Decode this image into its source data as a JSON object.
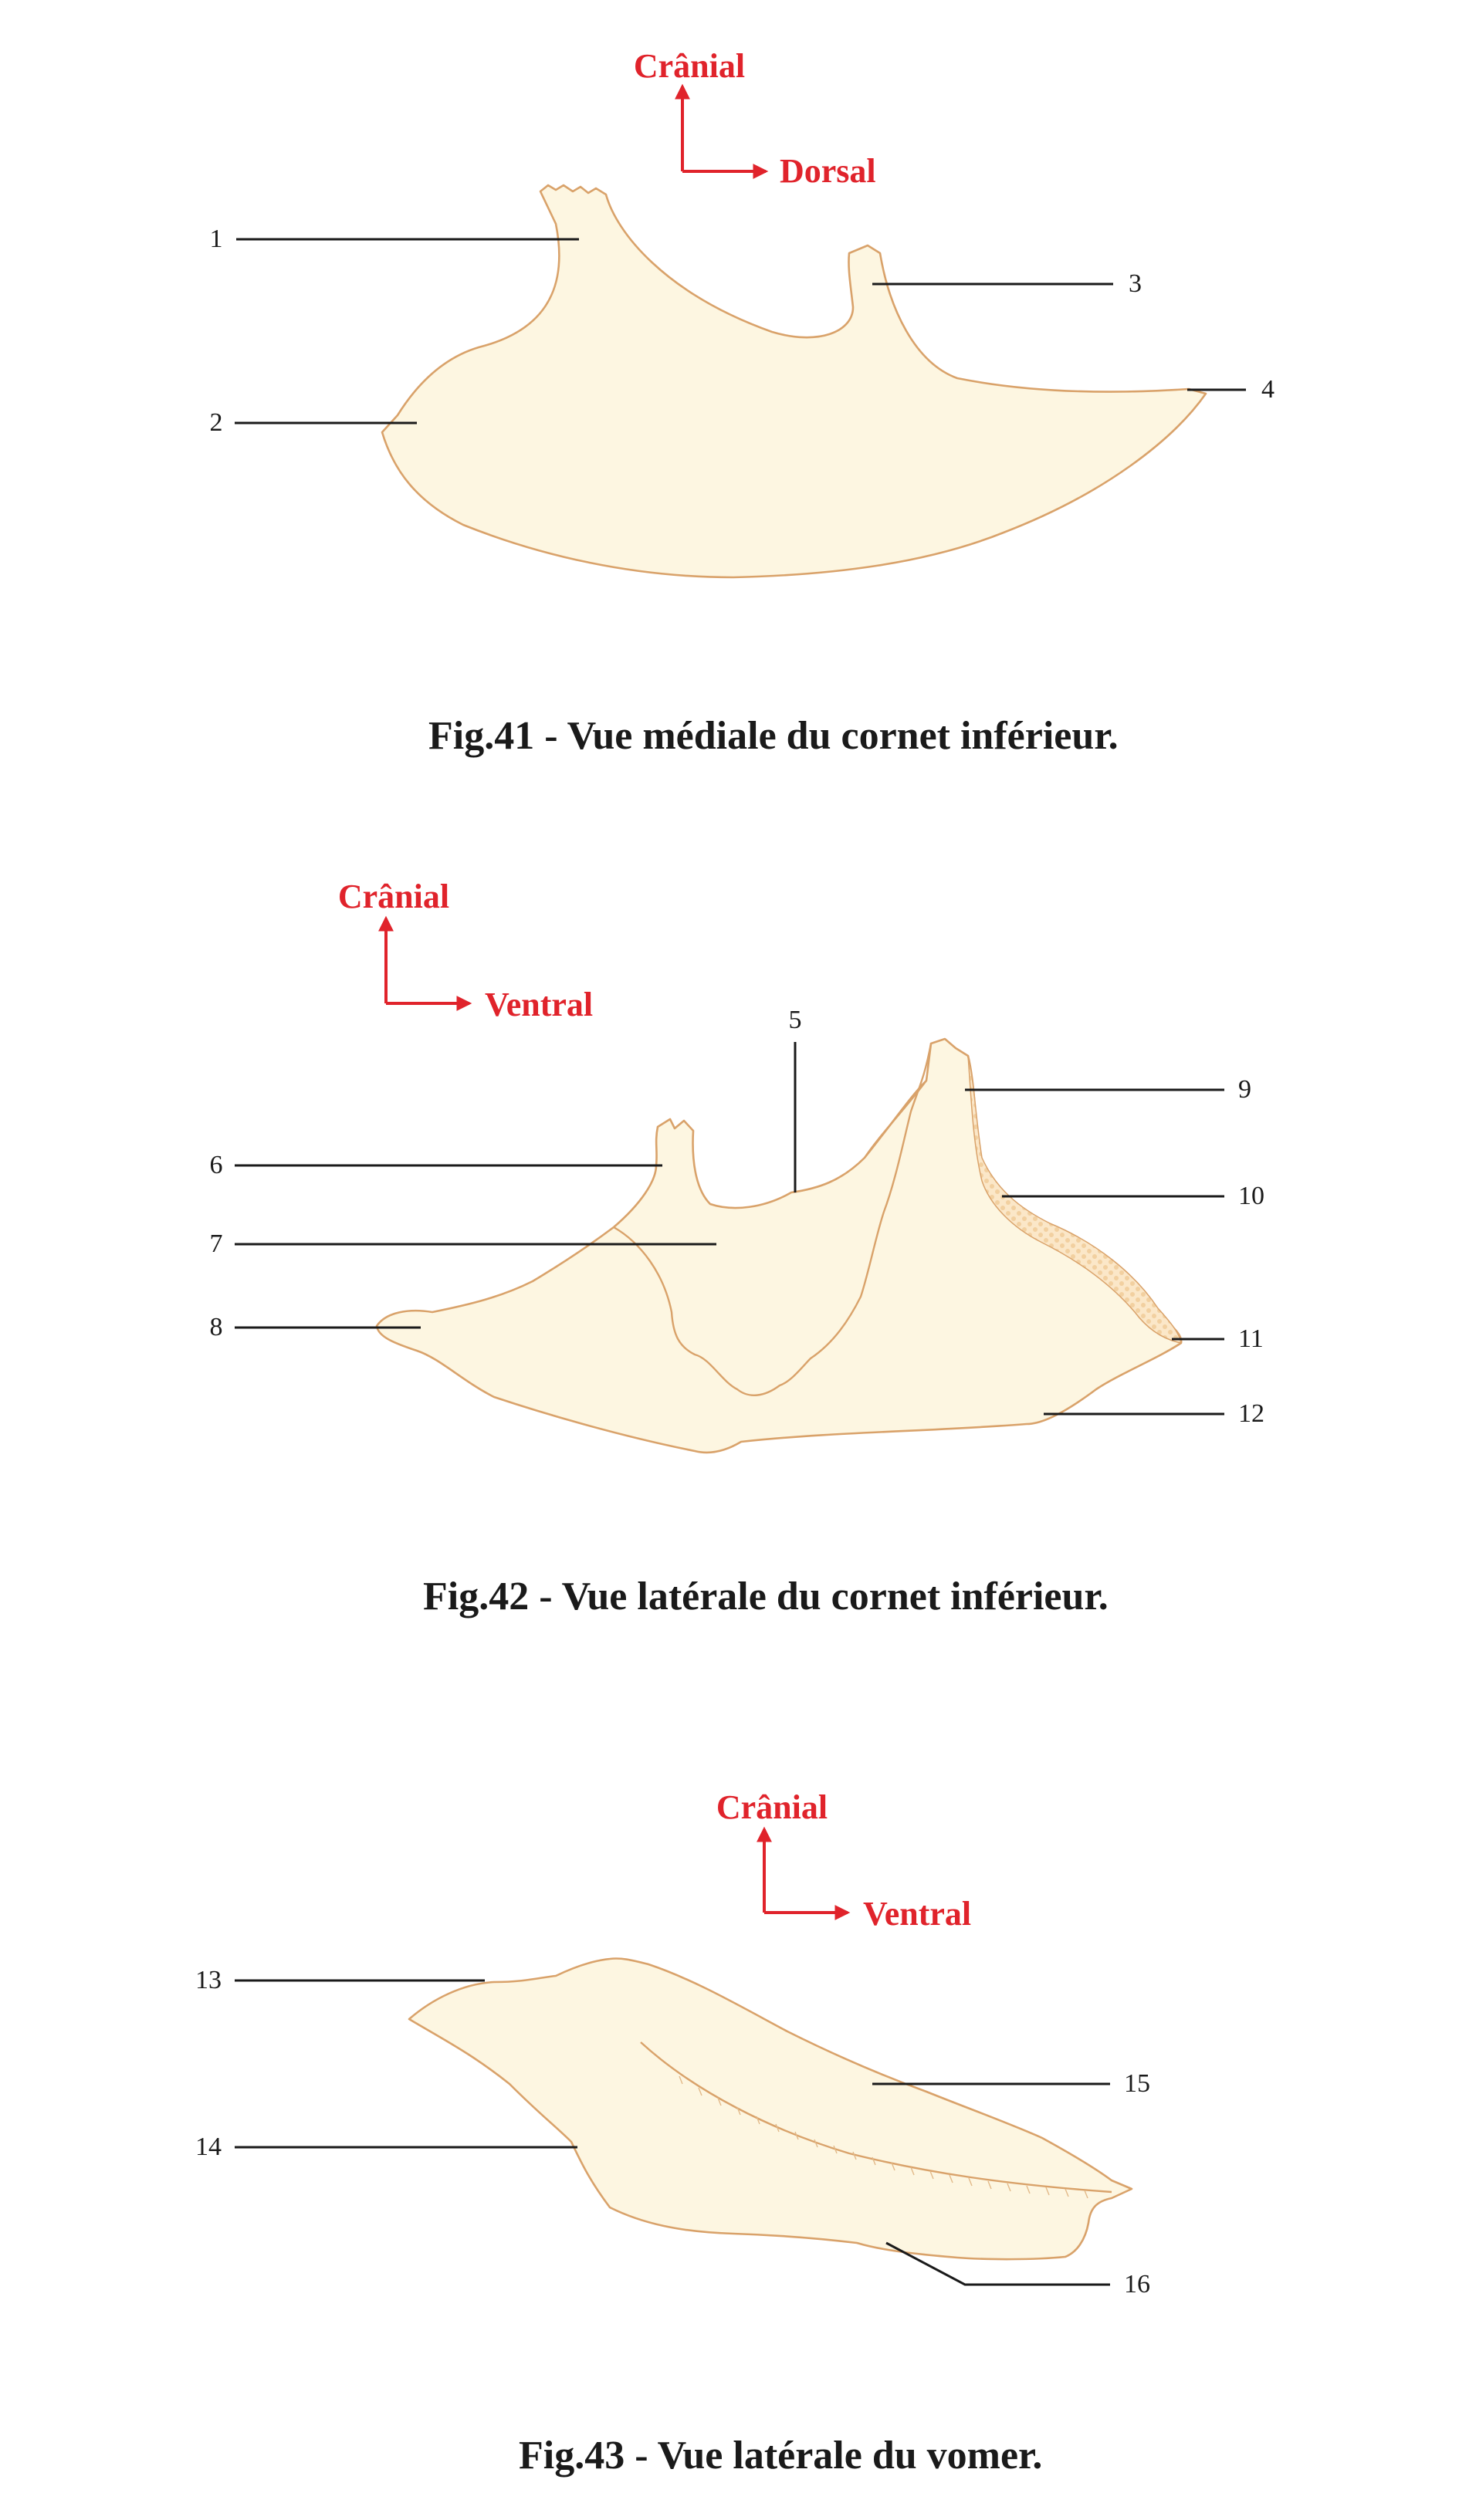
{
  "colors": {
    "direction": "#e0232b",
    "bone_fill": "#fdf6e1",
    "bone_outline": "#d9a26a",
    "label": "#1a1a1a"
  },
  "figures": [
    {
      "caption": "Fig.41 - Vue médiale du cornet inférieur.",
      "orientation": {
        "up": "Crânial",
        "right": "Dorsal"
      },
      "labels": [
        "1",
        "2",
        "3",
        "4"
      ]
    },
    {
      "caption": "Fig.42 - Vue latérale du cornet inférieur.",
      "orientation": {
        "up": "Crânial",
        "right": "Ventral"
      },
      "labels": [
        "5",
        "6",
        "7",
        "8",
        "9",
        "10",
        "11",
        "12"
      ]
    },
    {
      "caption": "Fig.43 - Vue latérale du vomer.",
      "orientation": {
        "up": "Crânial",
        "right": "Ventral"
      },
      "labels": [
        "13",
        "14",
        "15",
        "16"
      ]
    }
  ]
}
